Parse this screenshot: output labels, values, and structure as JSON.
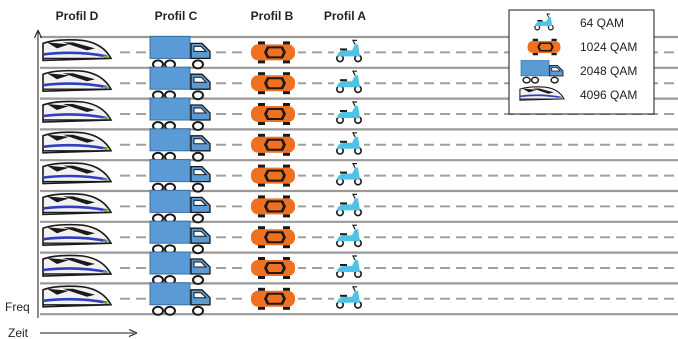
{
  "profiles": [
    {
      "label": "Profil D",
      "vehicle": "train"
    },
    {
      "label": "Profil C",
      "vehicle": "truck"
    },
    {
      "label": "Profil B",
      "vehicle": "car"
    },
    {
      "label": "Profil A",
      "vehicle": "scooter"
    }
  ],
  "lane_count": 9,
  "axes": {
    "y_label": "Freq",
    "x_label": "Zeit"
  },
  "legend": [
    {
      "vehicle": "scooter",
      "label": "64 QAM"
    },
    {
      "vehicle": "car",
      "label": "1024 QAM"
    },
    {
      "vehicle": "truck",
      "label": "2048 QAM"
    },
    {
      "vehicle": "train",
      "label": "4096 QAM"
    }
  ],
  "colors": {
    "lane": "#9a9a9a",
    "dash": "#a0a0a0",
    "truck": "#5b9bd5",
    "car": "#f07020",
    "scooter": "#4fc3e6",
    "train_stripe": "#2f3fbf"
  }
}
